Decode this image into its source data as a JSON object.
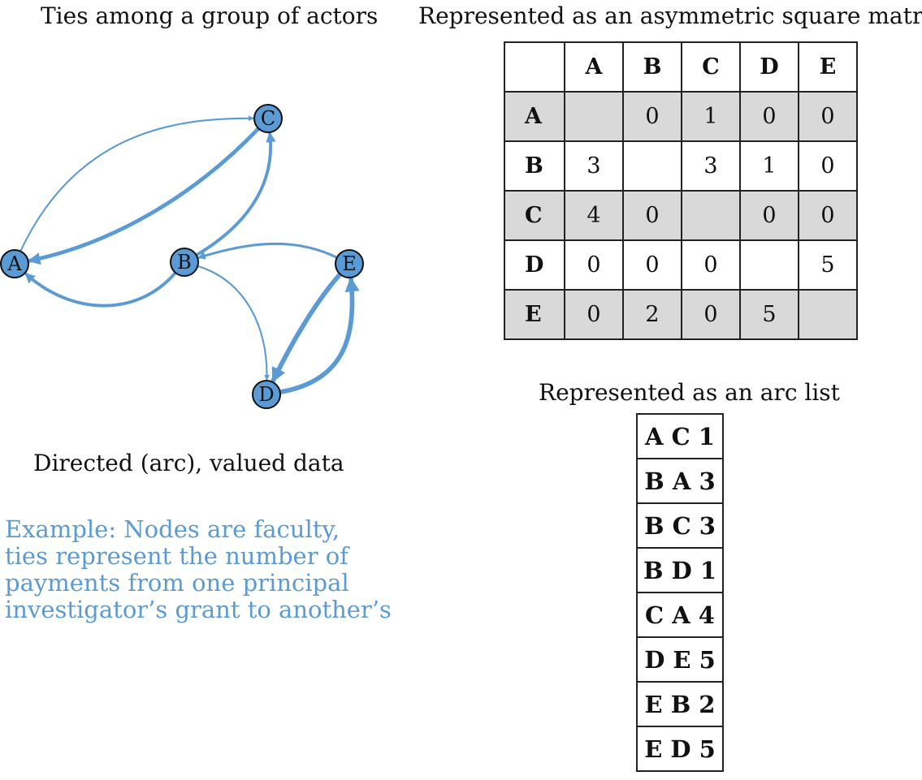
{
  "titles": {
    "graph": "Ties among a group of actors",
    "matrix": "Represented as an asymmetric square matrix",
    "arc_list": "Represented as an arc list",
    "caption": "Directed (arc), valued data"
  },
  "example_lines": [
    "Example: Nodes are faculty,",
    "ties represent the number of",
    "payments from one principal",
    "investigator’s grant to another’s"
  ],
  "nodes": [
    "A",
    "B",
    "C",
    "D",
    "E"
  ],
  "edges": [
    {
      "from": "A",
      "to": "C",
      "value": 1
    },
    {
      "from": "B",
      "to": "A",
      "value": 3
    },
    {
      "from": "B",
      "to": "C",
      "value": 3
    },
    {
      "from": "B",
      "to": "D",
      "value": 1
    },
    {
      "from": "C",
      "to": "A",
      "value": 4
    },
    {
      "from": "D",
      "to": "E",
      "value": 5
    },
    {
      "from": "E",
      "to": "B",
      "value": 2
    },
    {
      "from": "E",
      "to": "D",
      "value": 5
    }
  ],
  "colors": {
    "node_fill": "#5b9bd5",
    "edge": "#5b9bd5",
    "example_text": "#5b9bd5",
    "shaded_row": "#d9d9d9"
  },
  "matrix": {
    "columns": [
      "A",
      "B",
      "C",
      "D",
      "E"
    ],
    "rows": [
      {
        "label": "A",
        "cells": [
          "",
          "0",
          "1",
          "0",
          "0"
        ]
      },
      {
        "label": "B",
        "cells": [
          "3",
          "",
          "3",
          "1",
          "0"
        ]
      },
      {
        "label": "C",
        "cells": [
          "4",
          "0",
          "",
          "0",
          "0"
        ]
      },
      {
        "label": "D",
        "cells": [
          "0",
          "0",
          "0",
          "",
          "5"
        ]
      },
      {
        "label": "E",
        "cells": [
          "0",
          "2",
          "0",
          "5",
          ""
        ]
      }
    ]
  },
  "arc_list": [
    "A C 1",
    "B A 3",
    "B C 3",
    "B D 1",
    "C A 4",
    "D E 5",
    "E B 2",
    "E D 5"
  ]
}
